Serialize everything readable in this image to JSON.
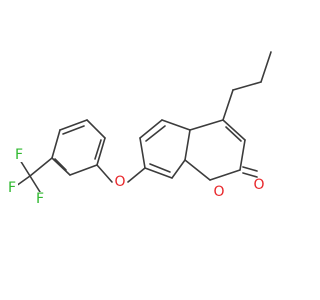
{
  "structure": {
    "atoms": [
      {
        "id": "O_carbonyl",
        "symbol": "O",
        "color": "#e8262a"
      },
      {
        "id": "O_ring",
        "symbol": "O",
        "color": "#e8262a"
      },
      {
        "id": "O_ether",
        "symbol": "O",
        "color": "#e8262a"
      },
      {
        "id": "F1",
        "symbol": "F",
        "color": "#2fb82f"
      },
      {
        "id": "F2",
        "symbol": "F",
        "color": "#2fb82f"
      },
      {
        "id": "F3",
        "symbol": "F",
        "color": "#2fb82f"
      }
    ],
    "bond_color": "#3c3c3c"
  }
}
